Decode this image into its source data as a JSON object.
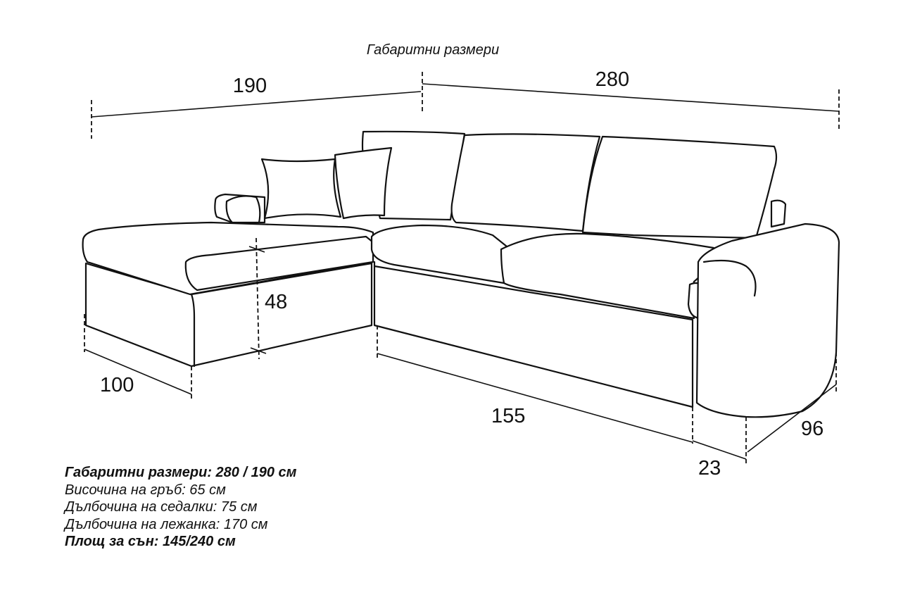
{
  "title": "Габаритни размери",
  "dimensions": {
    "top_left": "190",
    "top_right": "280",
    "seat_height": "48",
    "chaise_depth": "100",
    "front_length": "155",
    "arm_width": "23",
    "sofa_depth": "96"
  },
  "specs": {
    "overall": "Габаритни размери: 280 / 190 см",
    "back_height": "Височина на гръб: 65 см",
    "seat_depth": "Дълбочина на седалки: 75 см",
    "chaise_length": "Дълбочина на лежанка: 170 см",
    "sleep_area": "Площ за сън: 145/240 см"
  }
}
